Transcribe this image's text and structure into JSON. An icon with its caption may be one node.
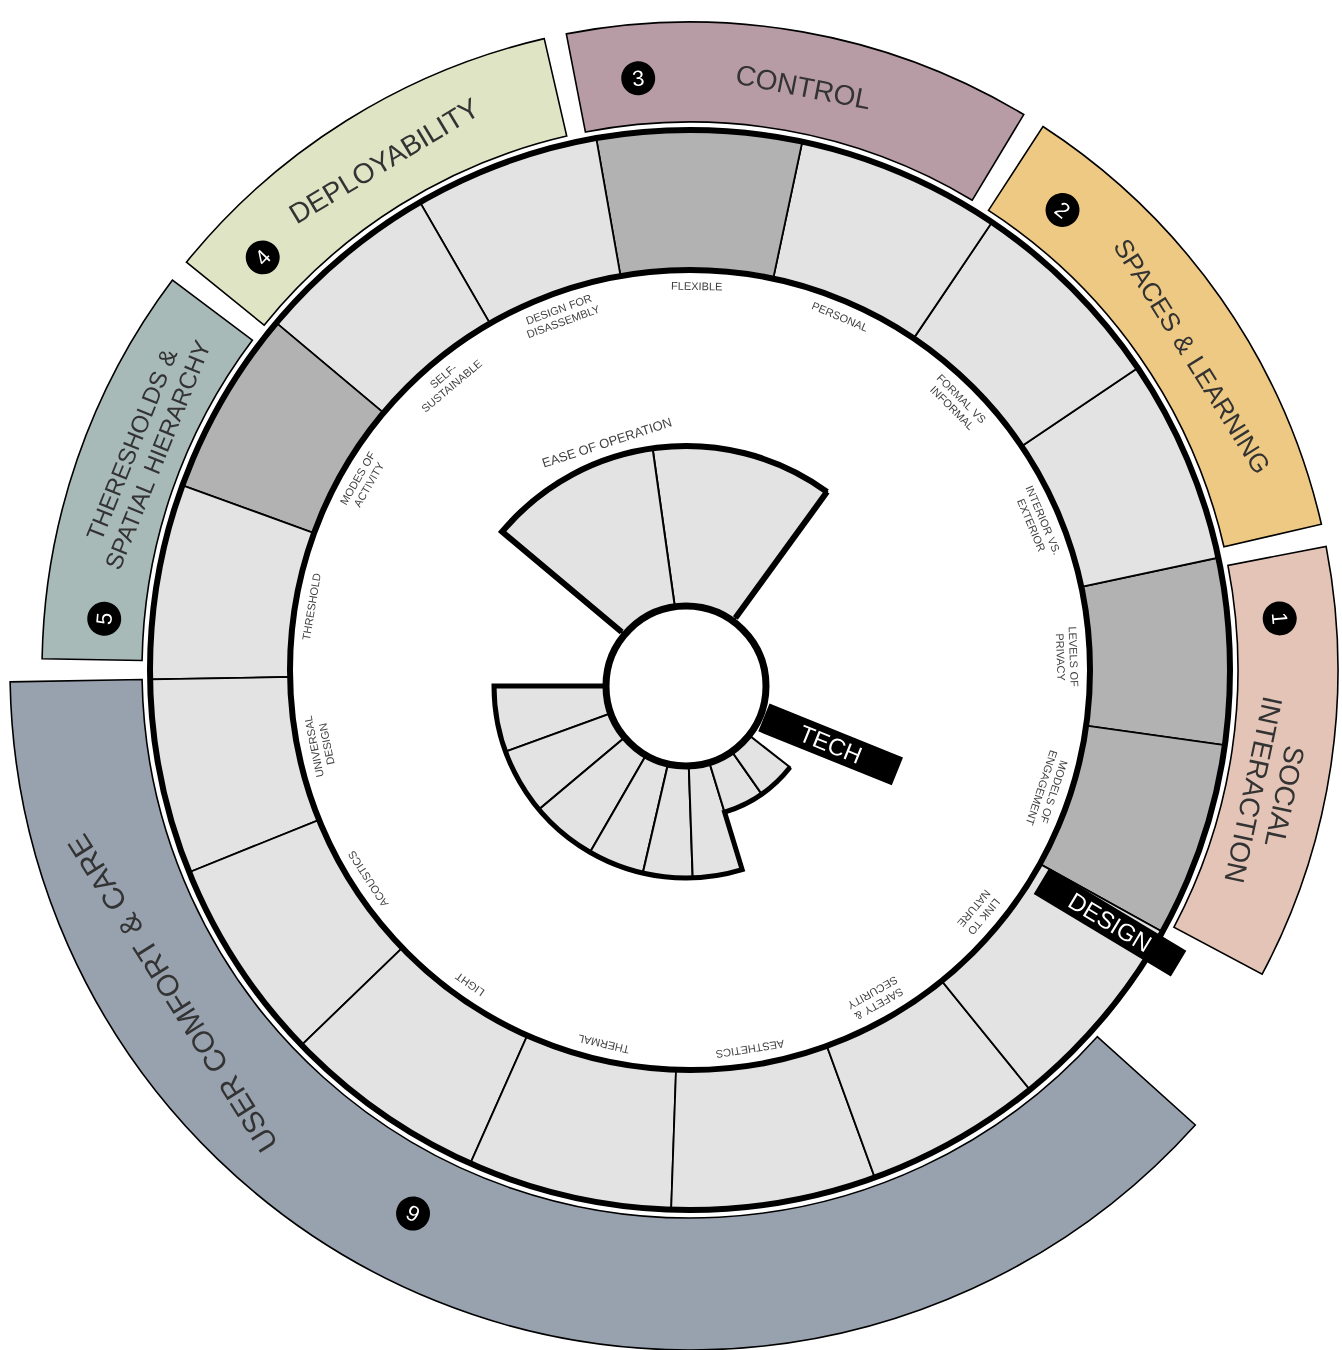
{
  "diagram": {
    "nodes": [
      {
        "text": [
          "1",
          "SOCIAL INTERACTION"
        ]
      },
      {
        "text": [
          "2",
          "SPACES & LEARNING"
        ]
      },
      {
        "text": [
          "3",
          "CONTROL"
        ]
      },
      {
        "text": [
          "4",
          "DEPLOYABILITY"
        ]
      },
      {
        "text": [
          "5",
          "THERESHOLDS & SPATIAL HIERARCHY"
        ]
      },
      {
        "text": [
          "6",
          "USER COMFORT & CARE"
        ]
      },
      {
        "text": [],
        "shape": "box",
        "beside": [
          "LEVELS OF PRIVACY"
        ]
      },
      {
        "text": [],
        "shape": "box",
        "beside": [
          "MODELS OF ENGAGEMENT"
        ]
      },
      {
        "text": [],
        "shape": "box",
        "beside": [
          "INTERIOR VS. EXTERIOR"
        ]
      },
      {
        "text": [],
        "shape": "box",
        "beside": [
          "FORMAL VS INFORMAL"
        ]
      },
      {
        "text": [],
        "shape": "box",
        "beside": [
          "PERSONAL"
        ]
      },
      {
        "text": [],
        "shape": "box",
        "beside": [
          "FLEXIBLE"
        ]
      },
      {
        "text": [],
        "shape": "box",
        "beside": [
          "DESIGN FOR DISASSEMBLY"
        ]
      },
      {
        "text": [],
        "shape": "box",
        "beside": [
          "SELF-SUSTAINABLE"
        ]
      },
      {
        "text": [],
        "shape": "box",
        "beside": [
          "MODES OF ACTIVITY"
        ]
      },
      {
        "text": [],
        "shape": "box",
        "beside": [
          "THRESHOLD"
        ]
      },
      {
        "text": [],
        "shape": "box",
        "beside": [
          "UNIVERSAL DESIGN"
        ]
      },
      {
        "text": [],
        "shape": "box",
        "beside": [
          "ACOUSTICS"
        ]
      },
      {
        "text": [],
        "shape": "box",
        "beside": [
          "LIGHT"
        ]
      },
      {
        "text": [],
        "shape": "box",
        "beside": [
          "THERMAL"
        ]
      },
      {
        "text": [],
        "shape": "box",
        "beside": [
          "AESTHETICS"
        ]
      },
      {
        "text": [],
        "shape": "box",
        "beside": [
          "SAFETY & SECURITY"
        ]
      },
      {
        "text": [],
        "shape": "box",
        "beside": [
          "LINK TO NATURE"
        ]
      },
      {
        "text": [
          "DESIGN"
        ]
      },
      {
        "text": [
          "TECH"
        ]
      }
    ],
    "labels": [
      "EASE OF OPERATION"
    ]
  }
}
